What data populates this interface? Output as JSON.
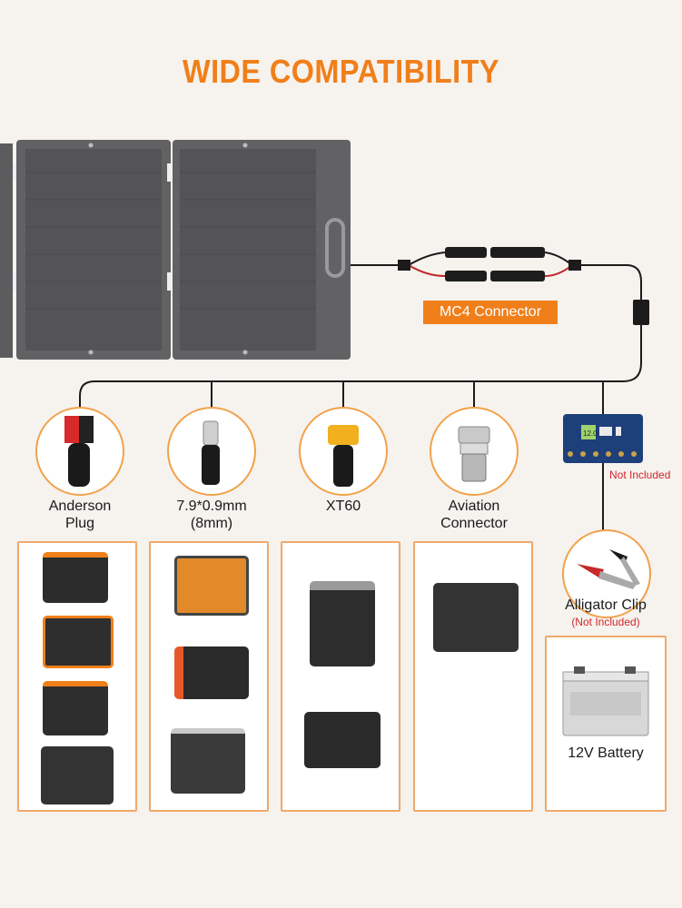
{
  "title": "WIDE COMPATIBILITY",
  "mc4_label": "MC4 Connector",
  "connectors": [
    {
      "line1": "Anderson",
      "line2": "Plug"
    },
    {
      "line1": "7.9*0.9mm",
      "line2": "(8mm)"
    },
    {
      "line1": "XT60",
      "line2": ""
    },
    {
      "line1": "Aviation",
      "line2": "Connector"
    }
  ],
  "controller_note": "Not Included",
  "controller_screen": "12.0",
  "alligator": {
    "label": "Alligator Clip",
    "note": "(Not Included)"
  },
  "battery_label": "12V Battery",
  "icons": {
    "solar_panel": "solar-panel-icon",
    "anderson": "anderson-plug-icon",
    "dc_barrel": "dc-barrel-plug-icon",
    "xt60": "xt60-plug-icon",
    "aviation": "aviation-connector-icon",
    "controller": "charge-controller-icon",
    "clips": "alligator-clip-icon",
    "battery": "battery-icon"
  },
  "colors": {
    "accent": "#f07f1a",
    "border": "#f1a86a",
    "note_red": "#d2262b",
    "panel": "#5d5d5f"
  }
}
